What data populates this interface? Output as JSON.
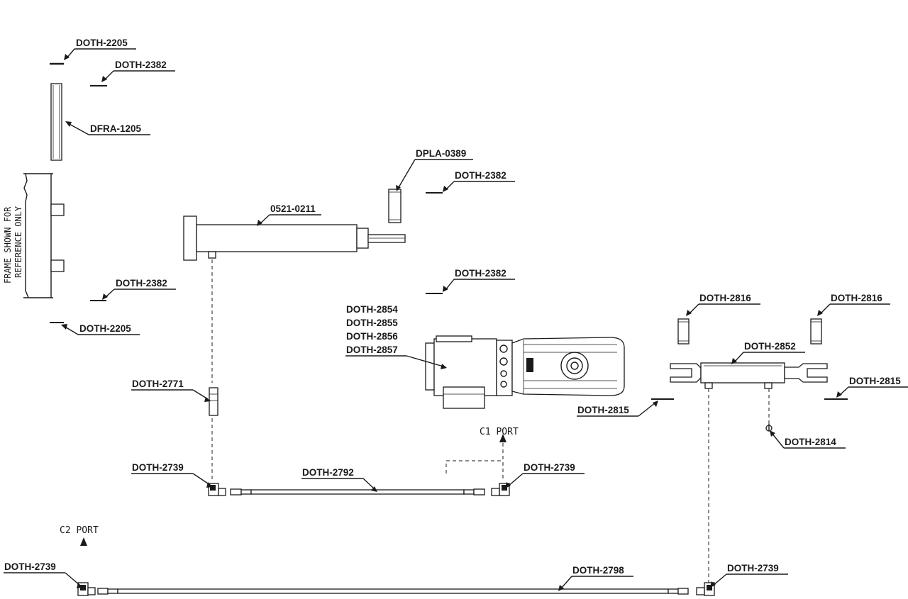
{
  "labels": {
    "doth_2205_top": "DOTH-2205",
    "doth_2382_top": "DOTH-2382",
    "dfra_1205": "DFRA-1205",
    "dpla_0389": "DPLA-0389",
    "doth_2382_mid": "DOTH-2382",
    "part_0521_0211": "0521-0211",
    "doth_2382_left": "DOTH-2382",
    "doth_2205_bottom": "DOTH-2205",
    "doth_2382_center": "DOTH-2382",
    "doth_2854": "DOTH-2854",
    "doth_2855": "DOTH-2855",
    "doth_2856": "DOTH-2856",
    "doth_2857": "DOTH-2857",
    "doth_2816_left": "DOTH-2816",
    "doth_2816_right": "DOTH-2816",
    "doth_2852": "DOTH-2852",
    "doth_2815_right": "DOTH-2815",
    "doth_2815_left": "DOTH-2815",
    "doth_2814": "DOTH-2814",
    "doth_2771": "DOTH-2771",
    "doth_2739_left": "DOTH-2739",
    "doth_2792": "DOTH-2792",
    "doth_2739_mid": "DOTH-2739",
    "doth_2739_bottom_left": "DOTH-2739",
    "doth_2798": "DOTH-2798",
    "doth_2739_bottom_right": "DOTH-2739",
    "c1_port": "C1 PORT",
    "c2_port": "C2 PORT"
  },
  "frame_note": {
    "line1": "FRAME SHOWN FOR",
    "line2": "REFERENCE ONLY"
  }
}
